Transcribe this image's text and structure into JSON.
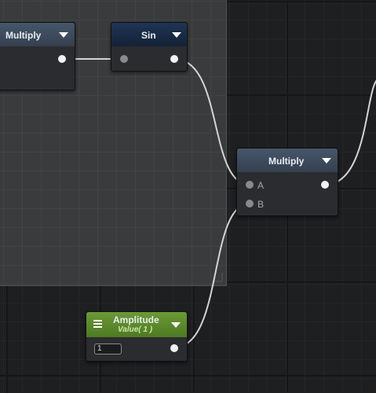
{
  "nodes": {
    "multiply_left": {
      "title": "Multiply"
    },
    "sin": {
      "title": "Sin"
    },
    "multiply_main": {
      "title": "Multiply",
      "inputs": [
        "A",
        "B"
      ]
    },
    "amplitude": {
      "title": "Amplitude",
      "subtitle": "Value( 1 )",
      "value": "1"
    }
  },
  "colors": {
    "wire": "#d4d4d4",
    "header_blue": "#1f3454",
    "header_slate": "#46566a",
    "header_green": "#6b9a37"
  }
}
